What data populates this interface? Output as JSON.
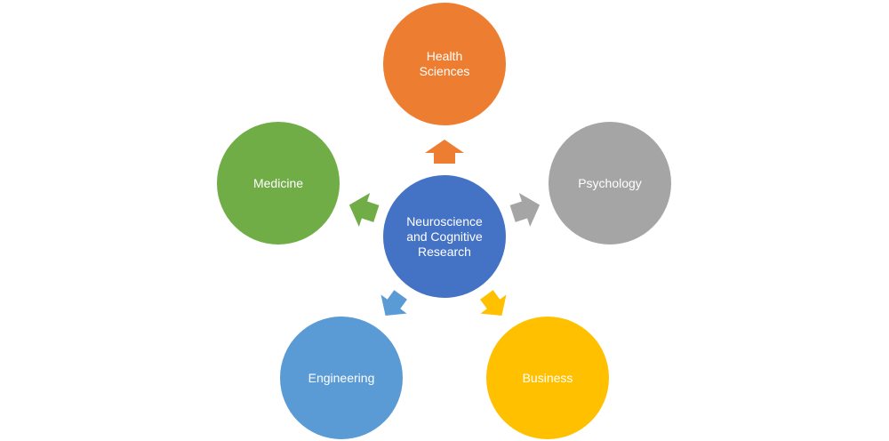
{
  "colors": {
    "center": "#4472c4",
    "health": "#ed7d31",
    "psychology": "#a5a5a5",
    "business": "#ffc000",
    "engineering": "#5b9bd5",
    "medicine": "#70ad47"
  },
  "center": {
    "label": "Neuroscience\nand Cognitive\nResearch"
  },
  "nodes": {
    "health": {
      "label": "Health\nSciences"
    },
    "psychology": {
      "label": "Psychology"
    },
    "business": {
      "label": "Business"
    },
    "engineering": {
      "label": "Engineering"
    },
    "medicine": {
      "label": "Medicine"
    }
  }
}
